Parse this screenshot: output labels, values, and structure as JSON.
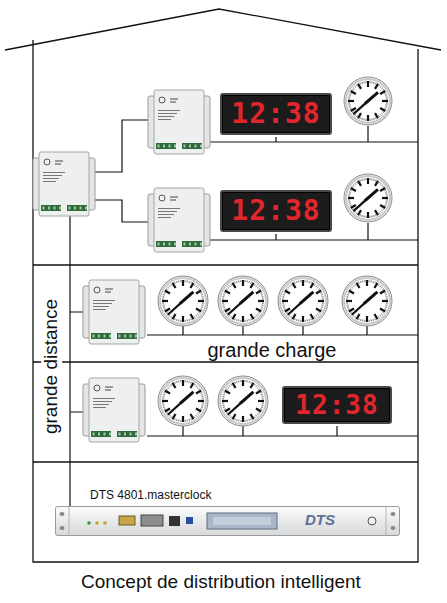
{
  "diagram": {
    "caption": "Concept de distribution intelligent",
    "nodes": [
      {
        "text": [
          "12:38"
        ]
      },
      {
        "text": [
          "12:38"
        ]
      },
      {
        "text": [
          "12:38"
        ]
      },
      {
        "text": [
          "DTS 4801.masterclock",
          "DTS"
        ]
      }
    ],
    "labels": [
      "grande distance",
      "grande charge"
    ]
  }
}
